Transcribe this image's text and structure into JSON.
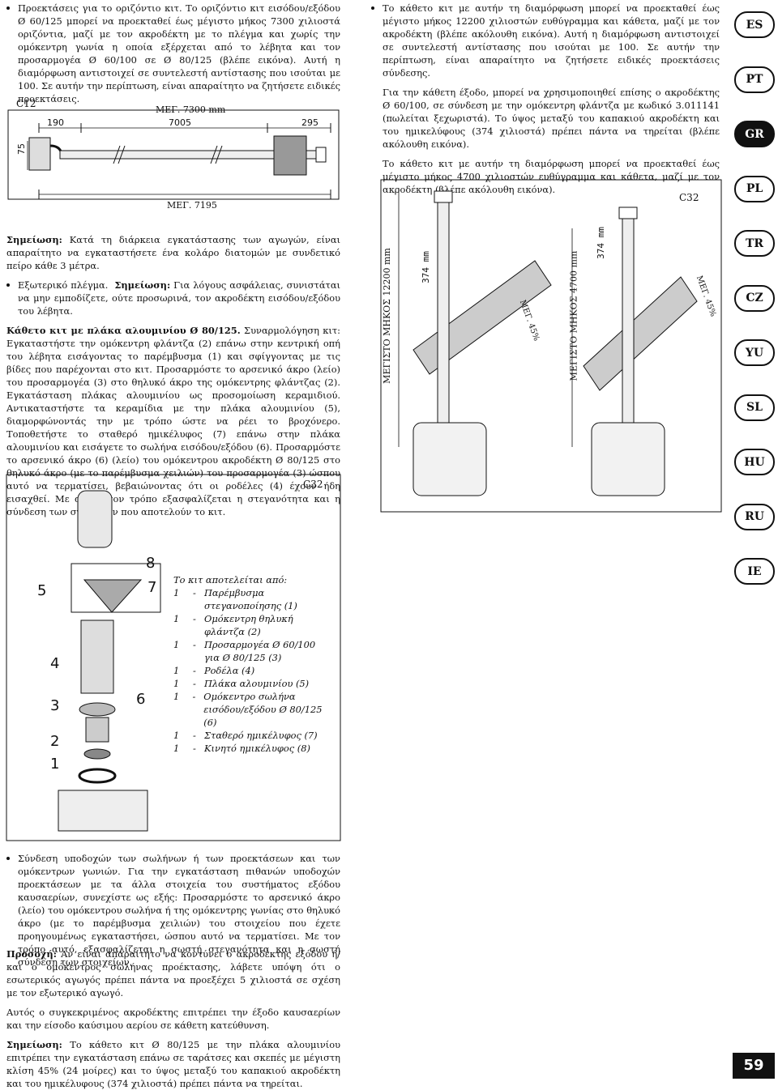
{
  "left_col": {
    "p1": "Προεκτάσεις για το οριζόντιο κιτ. Το οριζόντιο κιτ εισόδου/εξόδου Ø 60/125 μπορεί να προεκταθεί έως μέγιστο μήκος 7300 χιλιοστά οριζόντια, μαζί με τον ακροδέκτη με το πλέγμα και χωρίς την ομόκεντρη γωνία η οποία εξέρχεται από το λέβητα και τον προσαρμογέα Ø 60/100 σε Ø 80/125 (βλέπε εικόνα). Αυτή η διαμόρφωση αντιστοιχεί σε συντελεστή αντίστασης που ισούται με 100. Σε αυτήν την περίπτωση, είναι απαραίτητο να ζητήσετε ειδικές προεκτάσεις.",
    "c12": "C12",
    "meg7300": "ΜΕΓ. 7300 mm",
    "d190": "190",
    "d7005": "7005",
    "d295": "295",
    "d75": "75",
    "meg7195": "ΜΕΓ. 7195",
    "note_label": "Σημείωση:",
    "note_text": " Κατά τη διάρκεια εγκατάστασης των αγωγών, είναι απαραίτητο να εγκαταστήσετε ένα κολάρο διατομών με συνδετικό πείρο κάθε 3 μέτρα.",
    "ext_mesh": "Εξωτερικό πλέγμα.",
    "note2_label": "Σημείωση:",
    "note2_text": " Για λόγους ασφάλειας, συνιστάται να μην εμποδίζετε, ούτε προσωρινά, τον ακροδέκτη εισόδου/εξόδου του λέβητα.",
    "vk_title": "Κάθετο κιτ με πλάκα αλουμινίου Ø 80/125.",
    "vk_text": " Συναρμολόγηση κιτ: Εγκαταστήστε την ομόκεντρη φλάντζα (2) επάνω στην κεντρική οπή του λέβητα εισάγοντας το παρέμβυσμα (1) και σφίγγοντας με τις βίδες που παρέχονται στο κιτ. Προσαρμόστε το αρσενικό άκρο (λείο) του προσαρμογέα (3) στο θηλυκό άκρο της ομόκεντρης φλάντζας (2). Εγκατάσταση πλάκας αλουμινίου ως προσομοίωση κεραμιδιού. Αντικαταστήστε τα κεραμίδια με την πλάκα αλουμινίου (5), διαμορφώνοντάς την με τρόπο ώστε να ρέει το βροχόνερο. Τοποθετήστε το σταθερό ημικέλυφος (7) επάνω στην πλάκα αλουμινίου και εισάγετε το σωλήνα εισόδου/εξόδου (6). Προσαρμόστε το αρσενικό άκρο (6) (λείο) του ομόκεντρου ακροδέκτη Ø 80/125 στο θηλυκό άκρο (με το παρέμβυσμα χειλιών) του προσαρμογέα (3) ώσπου αυτό να τερματίσει, βεβαιώνοντας ότι οι ροδέλες (4) έχουν ήδη εισαχθεί. Με αυτόν τον τρόπο εξασφαλίζεται η στεγανότητα και η σύνδεση των στοιχείων που αποτελούν το κιτ."
  },
  "right_col": {
    "p1": "Το κάθετο κιτ με αυτήν τη διαμόρφωση μπορεί να προεκταθεί έως μέγιστο μήκος 12200 χιλιοστών ευθύγραμμα και κάθετα, μαζί με τον ακροδέκτη (βλέπε ακόλουθη εικόνα). Αυτή η διαμόρφωση αντιστοιχεί σε συντελεστή αντίστασης που ισούται με 100. Σε αυτήν την περίπτωση, είναι απαραίτητο να ζητήσετε ειδικές προεκτάσεις σύνδεσης.",
    "p2": "Για την κάθετη έξοδο, μπορεί να χρησιμοποιηθεί επίσης ο ακροδέκτης Ø 60/100, σε σύνδεση με την ομόκεντρη φλάντζα με κωδικό 3.011141 (πωλείται ξεχωριστά). Το ύψος μεταξύ του καπακιού ακροδέκτη και του ημικελύφους (374 χιλιοστά) πρέπει πάντα να τηρείται (βλέπε ακόλουθη εικόνα).",
    "p3": "Το κάθετο κιτ με αυτήν τη διαμόρφωση μπορεί να προεκταθεί έως μέγιστο μήκος 4700 χιλιοστών ευθύγραμμα και κάθετα, μαζί με τον ακροδέκτη (βλέπε ακόλουθη εικόνα).",
    "c32a": "C32",
    "max12200": "ΜΕΓΙΣΤΟ ΜΗΚΟΣ 12200 mm",
    "max4700": "ΜΕΓΙΣΤΟ ΜΗΚΟΣ 4700 mm",
    "d374a": "374 mm",
    "d374b": "374 mm",
    "meg45a": "ΜΕΓ. 45%",
    "meg45b": "ΜΕΓ. 45%",
    "c32b": "C32"
  },
  "kit": {
    "title": "Το κιτ αποτελείται από:",
    "items": [
      {
        "n": "1",
        "l1": "Παρέμβυσμα",
        "l2": "στεγανοποίησης (1)"
      },
      {
        "n": "1",
        "l1": "Ομόκεντρη θηλυκή",
        "l2": "φλάντζα (2)"
      },
      {
        "n": "1",
        "l1": "Προσαρμογέα Ø 60/100",
        "l2": "για Ø 80/125 (3)"
      },
      {
        "n": "1",
        "l1": "Ροδέλα (4)",
        "l2": ""
      },
      {
        "n": "1",
        "l1": "Πλάκα αλουμινίου (5)",
        "l2": ""
      },
      {
        "n": "1",
        "l1": "Ομόκεντρο σωλήνα",
        "l2": "εισόδου/εξόδου Ø 80/125 (6)"
      },
      {
        "n": "1",
        "l1": "Σταθερό ημικέλυφος (7)",
        "l2": ""
      },
      {
        "n": "1",
        "l1": "Κινητό ημικέλυφος (8)",
        "l2": ""
      }
    ],
    "dash": "-",
    "n1": "1",
    "n2": "2",
    "n3": "3",
    "n4": "4",
    "n5": "5",
    "n6": "6",
    "n7": "7",
    "n8": "8"
  },
  "bottom": {
    "p1": "Σύνδεση υποδοχών των σωλήνων ή των προεκτάσεων και των ομόκεντρων γωνιών. Για την εγκατάσταση πιθανών υποδοχών προεκτάσεων με τα άλλα στοιχεία του συστήματος εξόδου καυσαερίων, συνεχίστε ως εξής: Προσαρμόστε το αρσενικό άκρο (λείο) του ομόκεντρου σωλήνα ή της ομόκεντρης γωνίας στο θηλυκό άκρο (με το παρέμβυσμα χειλιών) του στοιχείου που έχετε προηγουμένως εγκαταστήσει, ώσπου αυτό να τερματίσει. Με τον τρόπο αυτό, εξασφαλίζεται η σωστή στεγανότητα και η σωστή σύνδεση των στοιχείων.",
    "warn_label": "Προσοχή:",
    "warn_text": " Αν είναι απαραίτητο να κοντύνει ο ακροδέκτης εξόδου ή/και ο ομόκεντρος σωλήνας προέκτασης, λάβετε υπόψη ότι ο εσωτερικός αγωγός πρέπει πάντα να προεξέχει 5 χιλιοστά σε σχέση με τον εξωτερικό αγωγό.",
    "p3": "Αυτός ο συγκεκριμένος ακροδέκτης επιτρέπει την έξοδο καυσαερίων και την είσοδο καύσιμου αερίου σε κάθετη κατεύθυνση.",
    "note_label": "Σημείωση:",
    "note_text": " Το κάθετο κιτ Ø 80/125 με την πλάκα αλουμινίου επιτρέπει την εγκατάσταση επάνω σε ταράτσες και σκεπές με μέγιστη κλίση 45% (24 μοίρες) και το ύψος μεταξύ του καπακιού ακροδέκτη και του ημικέλυφους (374 χιλιοστά) πρέπει πάντα να τηρείται."
  },
  "langs": [
    "ES",
    "PT",
    "GR",
    "PL",
    "TR",
    "CZ",
    "YU",
    "SL",
    "HU",
    "RU",
    "IE"
  ],
  "page_number": "59"
}
